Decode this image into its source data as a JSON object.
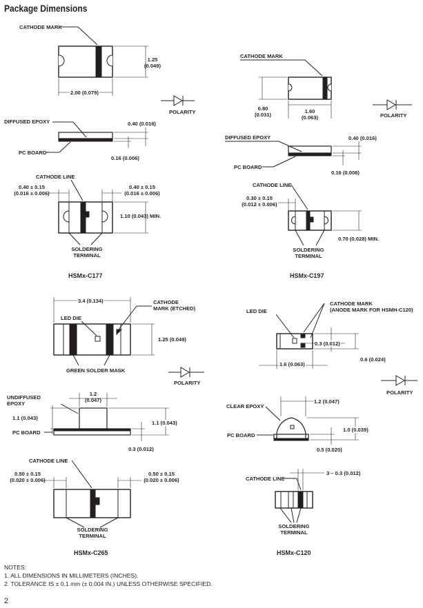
{
  "title": "Package Dimensions",
  "c177": {
    "cathode_mark": "CATHODE MARK",
    "height": "1.25",
    "height_in": "(0.049)",
    "width": "2.00 (0.079)",
    "polarity": "POLARITY",
    "diffused_epoxy": "DIFFUSED EPOXY",
    "pc_board": "PC BOARD",
    "epoxy_thk": "0.40 (0.016)",
    "board_thk": "0.16 (0.006)",
    "cathode_line": "CATHODE LINE",
    "term_left_1": "0.40 ± 0.15",
    "term_left_2": "(0.016 ± 0.006)",
    "term_right_1": "0.40 ± 0.15",
    "term_right_2": "(0.016 ± 0.006)",
    "min_height": "1.10 (0.043) MIN.",
    "soldering_1": "SOLDERING",
    "soldering_2": "TERMINAL",
    "name": "HSMx-C177"
  },
  "c197": {
    "cathode_mark": "CATHODE MARK",
    "height": "0.80",
    "height_in": "(0.031)",
    "width": "1.60",
    "width_in": "(0.063)",
    "polarity": "POLARITY",
    "diffused_epoxy": "DIFFUSED EPOXY",
    "pc_board": "PC BOARD",
    "epoxy_thk": "0.40 (0.016)",
    "board_thk": "0.16 (0.006)",
    "cathode_line": "CATHODE LINE",
    "term_1": "0.30 ± 0.15",
    "term_2": "(0.012 ± 0.006)",
    "min_height": "0.70 (0.028) MIN.",
    "soldering_1": "SOLDERING",
    "soldering_2": "TERMINAL",
    "name": "HSMx-C197"
  },
  "c265": {
    "width": "3.4 (0.134)",
    "cathode_mark_1": "CATHODE",
    "cathode_mark_2": "MARK (ETCHED)",
    "led_die": "LED DIE",
    "height": "1.25 (0.049)",
    "green_mask": "GREEN SOLDER MASK",
    "polarity": "POLARITY",
    "dome_w_1": "1.2",
    "dome_w_2": "(0.047)",
    "undiffused_1": "UNDIFFUSED",
    "undiffused_2": "EPOXY",
    "left_h": "1.1 (0.043)",
    "right_h": "1.1 (0.043)",
    "pc_board": "PC BOARD",
    "board_thk": "0.3 (0.012)",
    "cathode_line": "CATHODE LINE",
    "term_left_1": "0.50 ± 0.15",
    "term_left_2": "(0.020 ± 0.006)",
    "term_right_1": "0.50 ± 0.15",
    "term_right_2": "(0.020 ± 0.006)",
    "soldering_1": "SOLDERING",
    "soldering_2": "TERMINAL",
    "name": "HSMx-C265"
  },
  "c120": {
    "led_die": "LED DIE",
    "cathode_mark_1": "CATHODE MARK",
    "cathode_mark_2": "(ANODE MARK FOR HSMH-C120)",
    "die_h": "0.3 (0.012)",
    "height": "0.6 (0.024)",
    "width": "1.6 (0.063)",
    "polarity": "POLARITY",
    "clear_epoxy": "CLEAR EPOXY",
    "dome_w": "1.2 (0.047)",
    "pc_board": "PC BOARD",
    "total_h": "1.0 (0.039)",
    "board_thk": "0.5 (0.020)",
    "cathode_line": "CATHODE LINE",
    "term": "3 – 0.3 (0.012)",
    "soldering_1": "SOLDERING",
    "soldering_2": "TERMINAL",
    "name": "HSMx-C120"
  },
  "notes": {
    "heading": "NOTES:",
    "note1": "1.  ALL DIMENSIONS IN MILLIMETERS (INCHES).",
    "note2": "2.  TOLERANCE IS ± 0.1 mm (± 0.004 IN.) UNLESS OTHERWISE SPECIFIED."
  },
  "page_number": "2"
}
